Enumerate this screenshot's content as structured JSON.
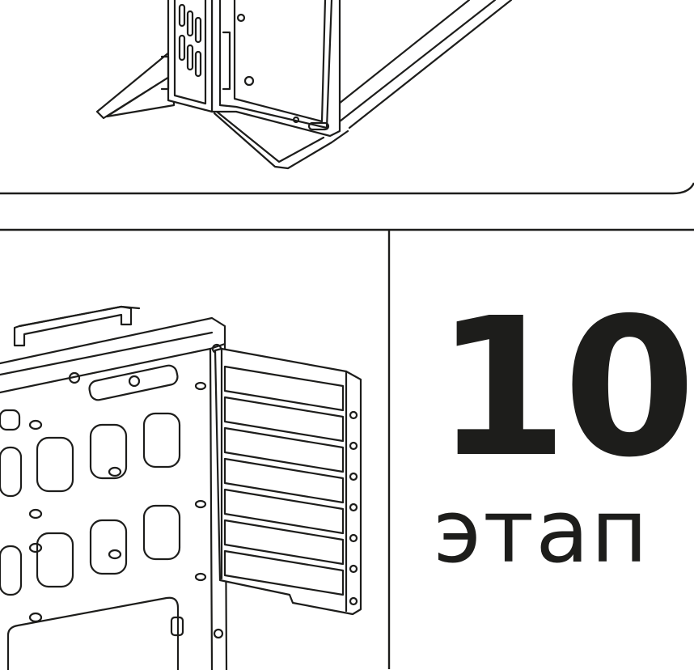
{
  "step": {
    "number": "10",
    "word": "этап"
  },
  "colors": {
    "ink": "#1d1d1b",
    "background": "#ffffff"
  },
  "illustrations": [
    {
      "name": "psu-bracket-illustration"
    },
    {
      "name": "drive-cage-panel-illustration"
    }
  ]
}
